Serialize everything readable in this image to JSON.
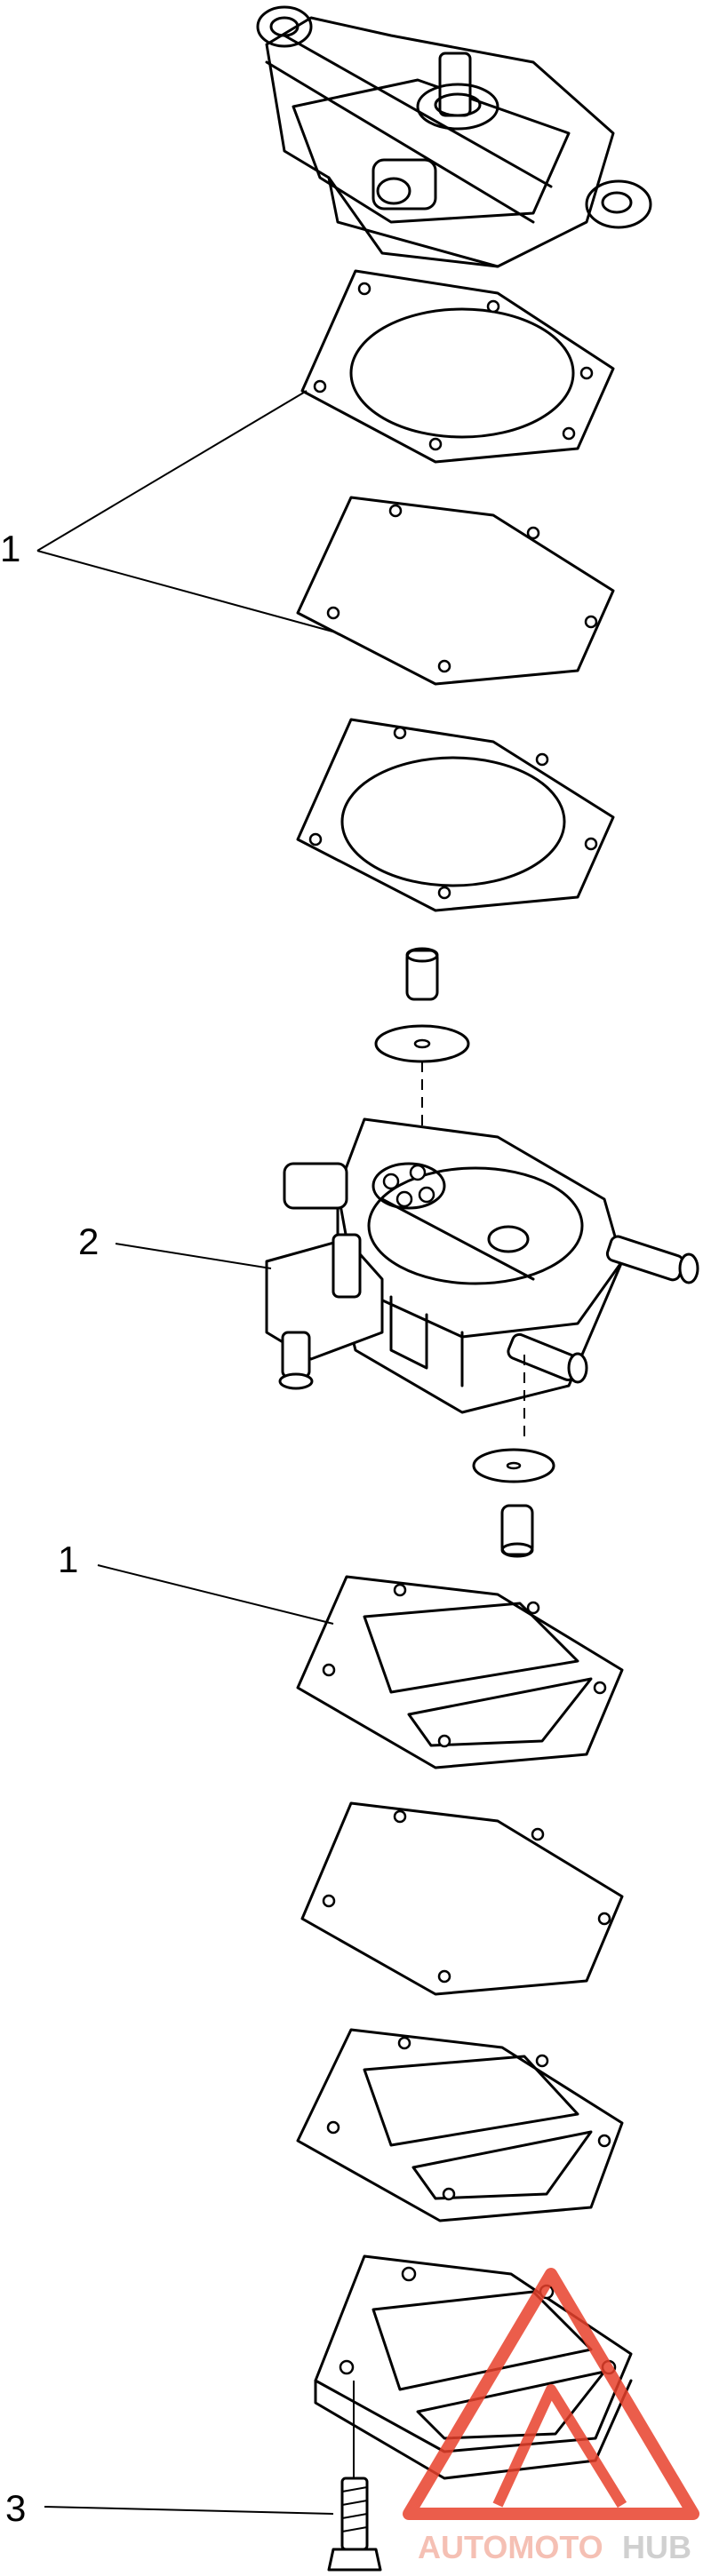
{
  "callouts": [
    {
      "id": "callout-1-top",
      "label": "1"
    },
    {
      "id": "callout-2",
      "label": "2"
    },
    {
      "id": "callout-1-lower",
      "label": "1"
    },
    {
      "id": "callout-3",
      "label": "3"
    }
  ],
  "watermark": {
    "text_a": "AUTOMOTO",
    "text_b": "HUB",
    "color_a": "#f4b6a8",
    "color_b": "#c8c8c8",
    "logo_color": "#e8412c"
  }
}
